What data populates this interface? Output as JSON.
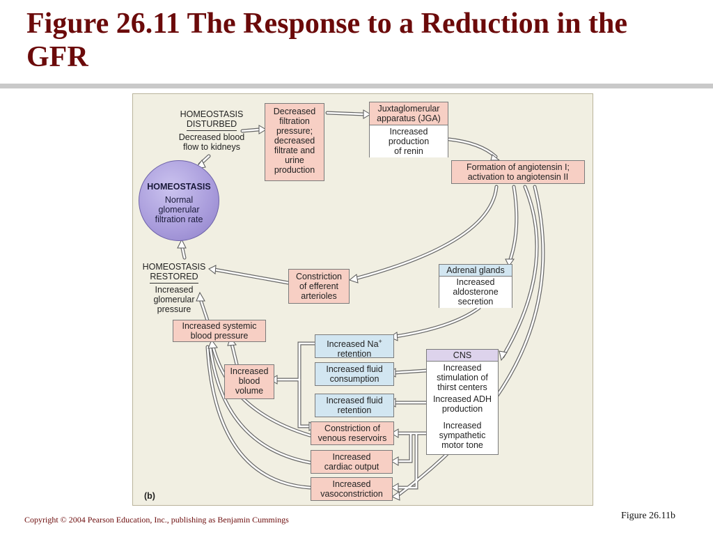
{
  "slide": {
    "title": "Figure 26.11  The Response to a Reduction in the GFR",
    "copyright": "Copyright © 2004 Pearson Education, Inc., publishing as Benjamin Cummings",
    "figure_ref": "Figure 26.11b"
  },
  "diagram": {
    "panel_label": "(b)",
    "homeostasis_disturbed": {
      "heading_1": "HOMEOSTASIS",
      "heading_2": "DISTURBED",
      "line_1": "Decreased blood",
      "line_2": "flow to kidneys"
    },
    "homeostasis": {
      "heading": "HOMEOSTASIS",
      "line_1": "Normal",
      "line_2": "glomerular",
      "line_3": "filtration rate"
    },
    "homeostasis_restored": {
      "heading_1": "HOMEOSTASIS",
      "heading_2": "RESTORED",
      "line_1": "Increased",
      "line_2": "glomerular",
      "line_3": "pressure"
    },
    "decreased_filtration": {
      "line_1": "Decreased",
      "line_2": "filtration",
      "line_3": "pressure;",
      "line_4": "decreased",
      "line_5": "filtrate and",
      "line_6": "urine",
      "line_7": "production"
    },
    "jga": {
      "title_1": "Juxtaglomerular",
      "title_2": "apparatus (JGA)",
      "line_1": "Increased",
      "line_2": "production",
      "line_3": "of renin"
    },
    "angiotensin": {
      "line_1": "Formation of angiotensin I;",
      "line_2": "activation to angiotensin II"
    },
    "efferent": {
      "line_1": "Constriction",
      "line_2": "of efferent",
      "line_3": "arterioles"
    },
    "adrenal": {
      "title": "Adrenal glands",
      "line_1": "Increased",
      "line_2": "aldosterone",
      "line_3": "secretion"
    },
    "systemic_bp": {
      "line_1": "Increased systemic",
      "line_2": "blood pressure"
    },
    "na_retention": {
      "line_1": "Increased Na",
      "superscript": "+",
      "line_2": "retention"
    },
    "fluid_consumption": {
      "line_1": "Increased fluid",
      "line_2": "consumption"
    },
    "fluid_retention": {
      "line_1": "Increased fluid",
      "line_2": "retention"
    },
    "blood_volume": {
      "line_1": "Increased",
      "line_2": "blood",
      "line_3": "volume"
    },
    "venous": {
      "line_1": "Constriction of",
      "line_2": "venous reservoirs"
    },
    "cardiac": {
      "line_1": "Increased",
      "line_2": "cardiac output"
    },
    "vasoconstriction": {
      "line_1": "Increased",
      "line_2": "vasoconstriction"
    },
    "cns": {
      "title": "CNS",
      "item_1_l1": "Increased",
      "item_1_l2": "stimulation of",
      "item_1_l3": "thirst centers",
      "item_2_l1": "Increased ADH",
      "item_2_l2": "production",
      "item_3_l1": "Increased",
      "item_3_l2": "sympathetic",
      "item_3_l3": "motor tone"
    }
  },
  "colors": {
    "title": "#6b0a0a",
    "background": "#f1efe2",
    "pink_box": "#f7cfc4",
    "blue_box": "#d2e6f1",
    "lavender_box": "#ddd3ec",
    "circle": "#a89bdb"
  }
}
